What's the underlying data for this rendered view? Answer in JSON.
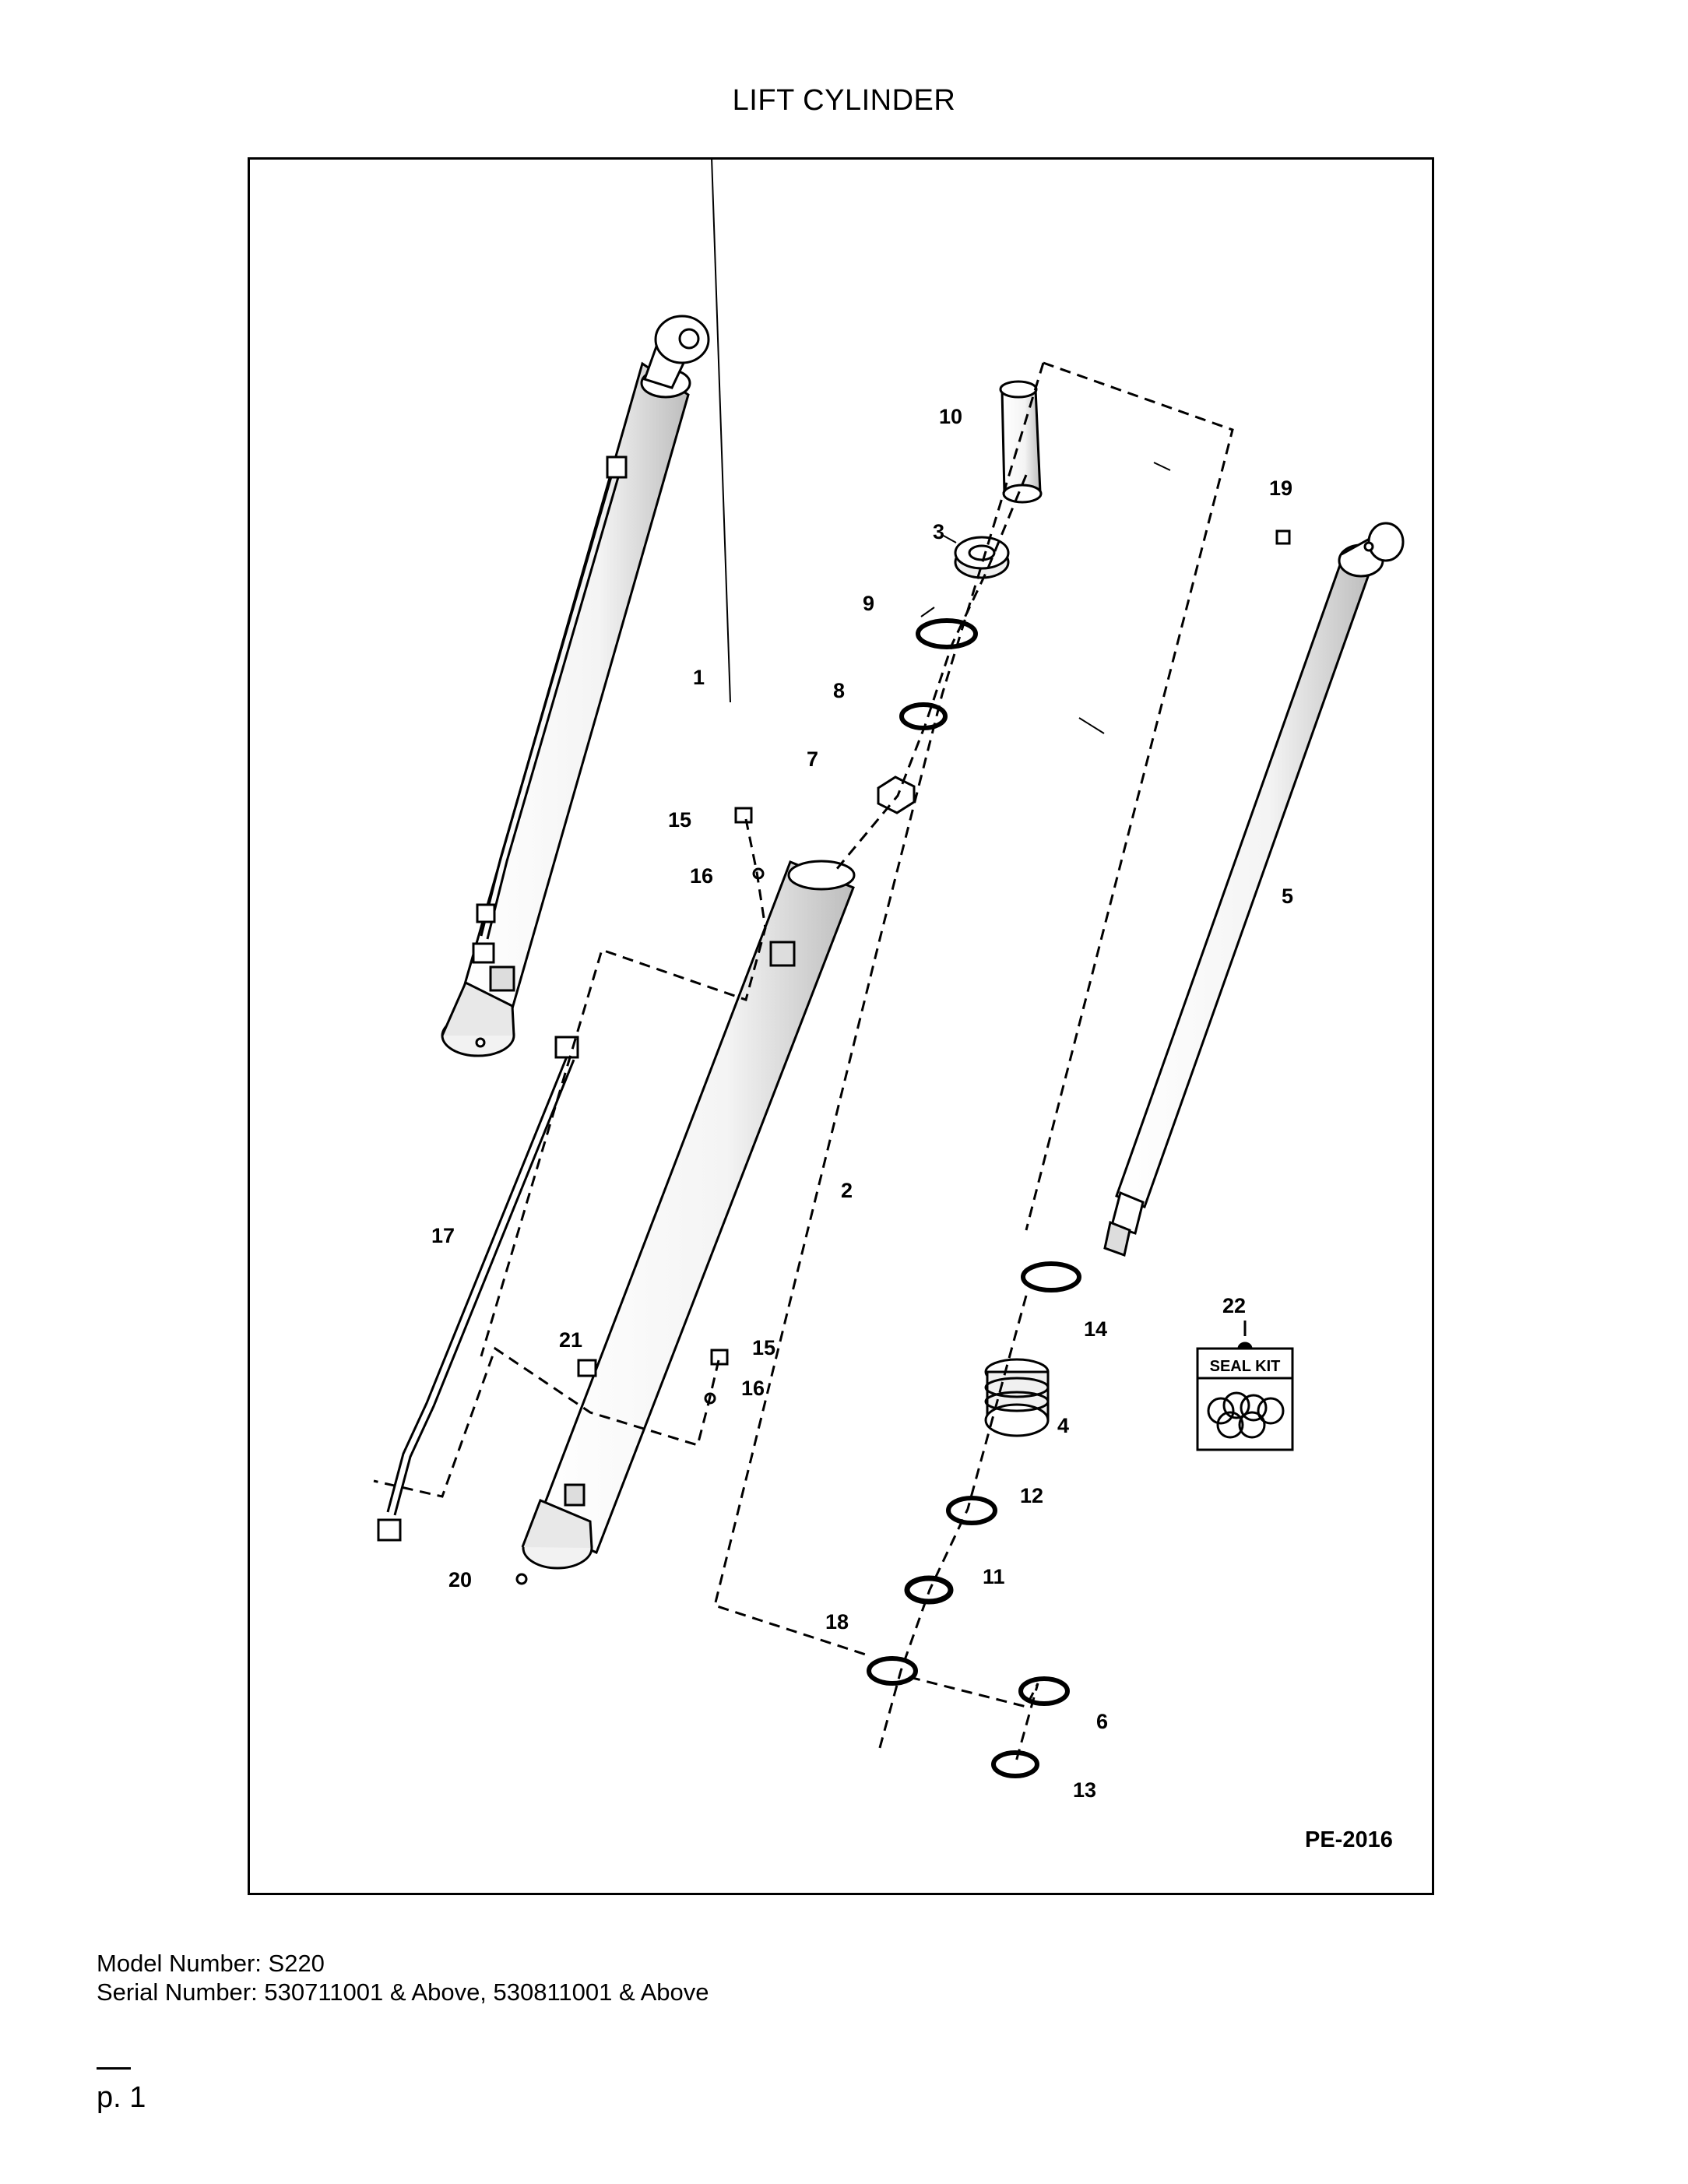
{
  "title": "LIFT CYLINDER",
  "diagram": {
    "code": "PE-2016",
    "seal_kit_label": "SEAL KIT",
    "callouts": [
      "1",
      "2",
      "3",
      "4",
      "5",
      "6",
      "7",
      "8",
      "9",
      "10",
      "11",
      "12",
      "13",
      "14",
      "15",
      "16",
      "15",
      "16",
      "17",
      "18",
      "19",
      "20",
      "21",
      "22"
    ]
  },
  "footer": {
    "model": "Model Number: S220",
    "serial": "Serial Number: 530711001 & Above, 530811001 & Above",
    "page": "p. 1"
  }
}
